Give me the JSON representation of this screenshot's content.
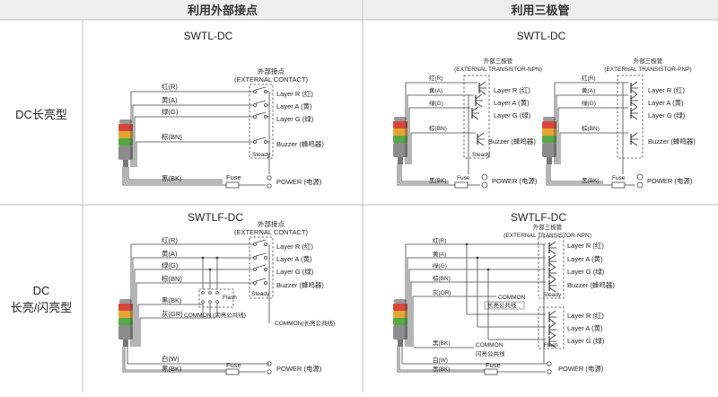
{
  "headers": {
    "left": "利用外部接点",
    "right": "利用三极管"
  },
  "rows": {
    "top": "DC长亮型",
    "bottom_line1": "DC",
    "bottom_line2": "长亮/闪亮型"
  },
  "panels": {
    "tl": {
      "model": "SWTL-DC",
      "ext_title": "外部接点",
      "ext_subtitle": "(EXTERNAL CONTACT)",
      "wires": [
        "红(R)",
        "黄(A)",
        "绿(G)",
        "棕(BN)",
        "黑(BK)"
      ],
      "outputs": [
        "Layer R (红)",
        "Layer A (黄)",
        "Layer G (绿)",
        "Buzzer (蜂鸣器)"
      ],
      "steady": "Steady",
      "fuse": "Fuse",
      "power": "POWER (电源)"
    },
    "tr_npn": {
      "model": "SWTL-DC",
      "ext_title": "外部三极管",
      "ext_subtitle": "(EXTERNAL TRANSISTOR-NPN)",
      "wires": [
        "红(R)",
        "黄(A)",
        "绿(G)",
        "棕(BN)",
        "黑(BK)"
      ],
      "outputs": [
        "Layer R (红)",
        "Layer A (黄)",
        "Layer G (绿)",
        "Buzzer (蜂鸣器)"
      ],
      "steady": "Steady",
      "fuse": "Fuse",
      "power": "POWER (电源)"
    },
    "tr_pnp": {
      "ext_title": "外部三极管",
      "ext_subtitle": "(EXTERNAL TRANSISTOR-PNP)",
      "wires": [
        "红(R)",
        "黄(A)",
        "绿(G)",
        "棕(BN)",
        "黑(BK)"
      ],
      "outputs": [
        "Layer R (红)",
        "Layer A (黄)",
        "Layer G (绿)",
        "Buzzer (蜂鸣器)"
      ],
      "fuse": "Fuse",
      "power": "POWER (电源)"
    },
    "bl": {
      "model": "SWTLF-DC",
      "ext_title": "外部接点",
      "ext_subtitle": "(EXTERNAL CONTACT)",
      "wires": [
        "红(R)",
        "黄(A)",
        "绿(G)",
        "棕(BN)",
        "黑(BK)",
        "灰(GR)",
        "白(W)",
        "黑(BK)"
      ],
      "outputs": [
        "Layer R (红)",
        "Layer A (黄)",
        "Layer G (绿)",
        "Buzzer (蜂鸣器)"
      ],
      "steady": "Steady",
      "flash": "Flash",
      "common_local": "COMMON (闪亮公共线)",
      "common_far": "COMMON(长亮公共线)",
      "fuse": "Fuse",
      "power": "POWER (电源)"
    },
    "br": {
      "model": "SWTLF-DC",
      "ext_title": "外部三极管",
      "ext_subtitle": "(EXTERNAL TRANSISTOR-NPN)",
      "wires": [
        "红(R)",
        "黄(A)",
        "绿(G)",
        "棕(BN)",
        "灰(GR)",
        "黑(BK)",
        "白(W)",
        "黑(BK)"
      ],
      "outputs": [
        "Layer R (红)",
        "Layer A (黄)",
        "Layer G (绿)",
        "Buzzer (蜂鸣器)",
        "Layer R (红)",
        "Layer A (黄)",
        "Layer G (绿)"
      ],
      "steady": "Steady",
      "flash": "Flash",
      "common_steady": "COMMON",
      "common_steady_cn": "长亮公共线",
      "common_flash": "COMMON",
      "common_flash_cn": "闪亮公共线",
      "fuse": "Fuse",
      "power": "POWER (电源)"
    }
  },
  "colors": {
    "lamp_red": "#d8463a",
    "lamp_amber": "#e6a533",
    "lamp_green": "#57a846",
    "header_bg": "#efefef"
  }
}
